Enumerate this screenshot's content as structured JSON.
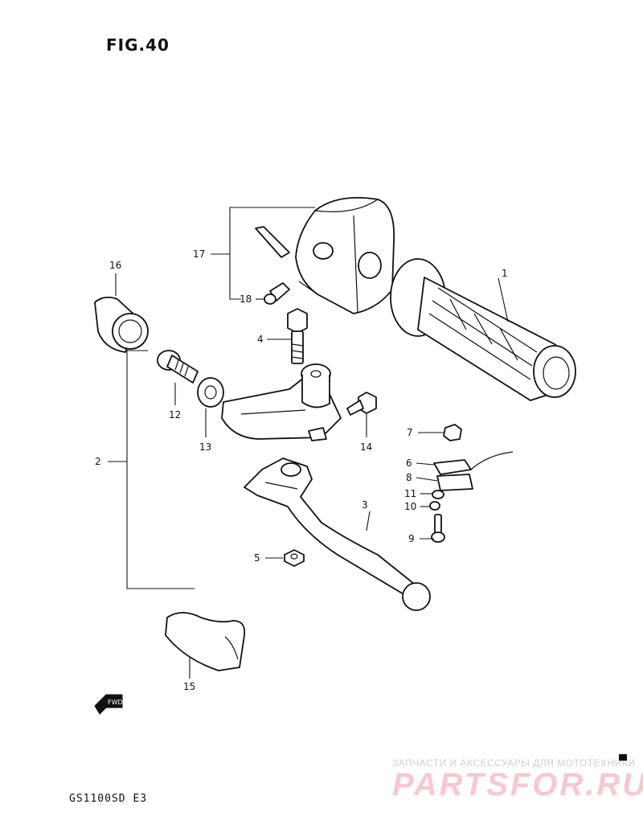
{
  "figure_title": "FIG.40",
  "model": "GS1100SD E3",
  "fwd_label": "FWD",
  "watermark": {
    "line1": "ЗАПЧАСТИ И АКСЕССУАРЫ ДЛЯ МОТОТЕХНИКИ",
    "line2": "PARTSFOR.RU"
  },
  "callouts": {
    "c1": "1",
    "c2": "2",
    "c3": "3",
    "c4": "4",
    "c5": "5",
    "c6": "6",
    "c7": "7",
    "c8": "8",
    "c9": "9",
    "c10": "10",
    "c11": "11",
    "c12": "12",
    "c13": "13",
    "c14": "14",
    "c15": "15",
    "c16": "16",
    "c17": "17",
    "c18": "18"
  }
}
